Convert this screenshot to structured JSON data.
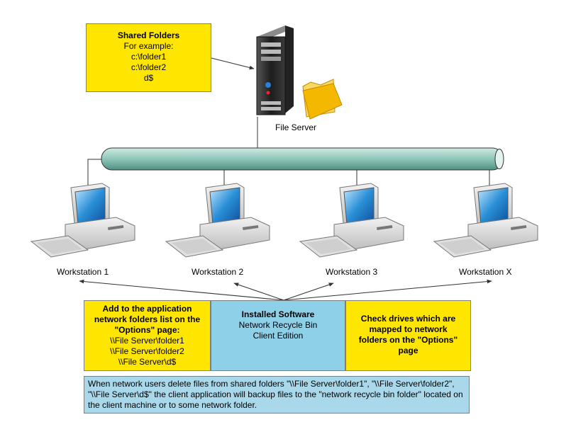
{
  "shared_folders": {
    "title": "Shared Folders",
    "lines": [
      "For example:",
      "c:\\folder1",
      "c:\\folder2",
      "d$"
    ]
  },
  "server": {
    "label": "File Server"
  },
  "workstations": [
    "Workstation 1",
    "Workstation 2",
    "Workstation 3",
    "Workstation X"
  ],
  "left_box": {
    "title_lines": [
      "Add to the application",
      "network folders list on the",
      "\"Options\" page:"
    ],
    "lines": [
      "\\\\File Server\\folder1",
      "\\\\File Server\\folder2",
      "\\\\File Server\\d$"
    ]
  },
  "center_box": {
    "title": "Installed Software",
    "lines": [
      "Network Recycle Bin",
      "Client Edition"
    ]
  },
  "right_box": {
    "title_lines": [
      "Check drives which are",
      "mapped to network",
      "folders on the \"Options\"",
      "page"
    ]
  },
  "note": {
    "text": "When network users delete files from shared folders \"\\\\File Server\\folder1\", \"\\\\File Server\\folder2\", \"\\\\File Server\\d$\" the client application will backup files to the \"network recycle bin folder\" located on the client machine or to some network folder."
  },
  "colors": {
    "yellow": "#ffe600",
    "blue": "#8ed0e8",
    "pipe": "#9fcfc4",
    "server_dark": "#2a2a2a",
    "folder": "#f5b800"
  }
}
